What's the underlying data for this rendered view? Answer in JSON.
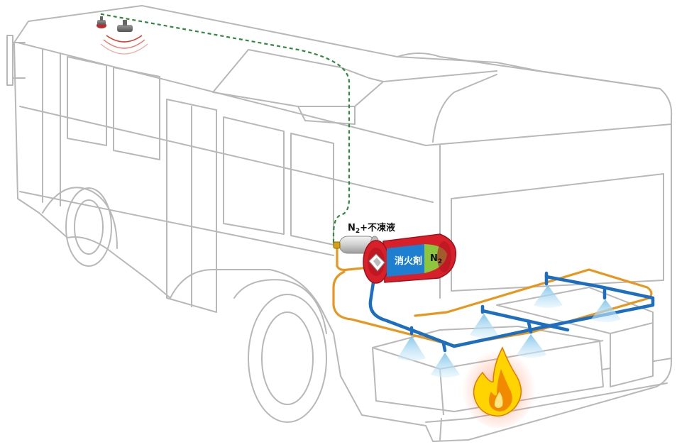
{
  "labels": {
    "tank_label": "N",
    "tank_label_sub": "2",
    "tank_label_rest": "+不凍液",
    "cylinder_agent": "消火剤",
    "cylinder_gas": "N",
    "cylinder_gas_sub": "2"
  },
  "colors": {
    "bus_outline": "#b8b8b8",
    "sensor_wire": "#2e8b3a",
    "orange_pipe": "#e8961e",
    "blue_pipe": "#1c6fc0",
    "cylinder_shell": "#d8202a",
    "cylinder_agent": "#1e7fd0",
    "cylinder_gas": "#8cc63e",
    "spray": "#a8d8f0",
    "flame_outer": "#ffd400",
    "flame_inner": "#f28a00"
  }
}
